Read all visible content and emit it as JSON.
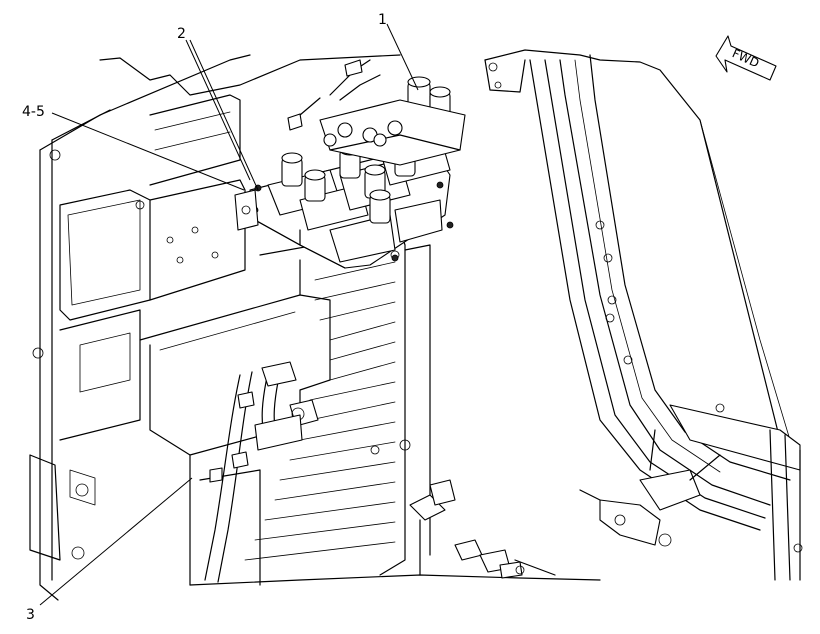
{
  "diagram": {
    "callouts": [
      {
        "id": "c1",
        "label": "1"
      },
      {
        "id": "c2",
        "label": "2"
      },
      {
        "id": "c3",
        "label": "3"
      },
      {
        "id": "c45",
        "label": "4-5"
      }
    ],
    "direction_arrow": {
      "label": "FWD"
    }
  }
}
